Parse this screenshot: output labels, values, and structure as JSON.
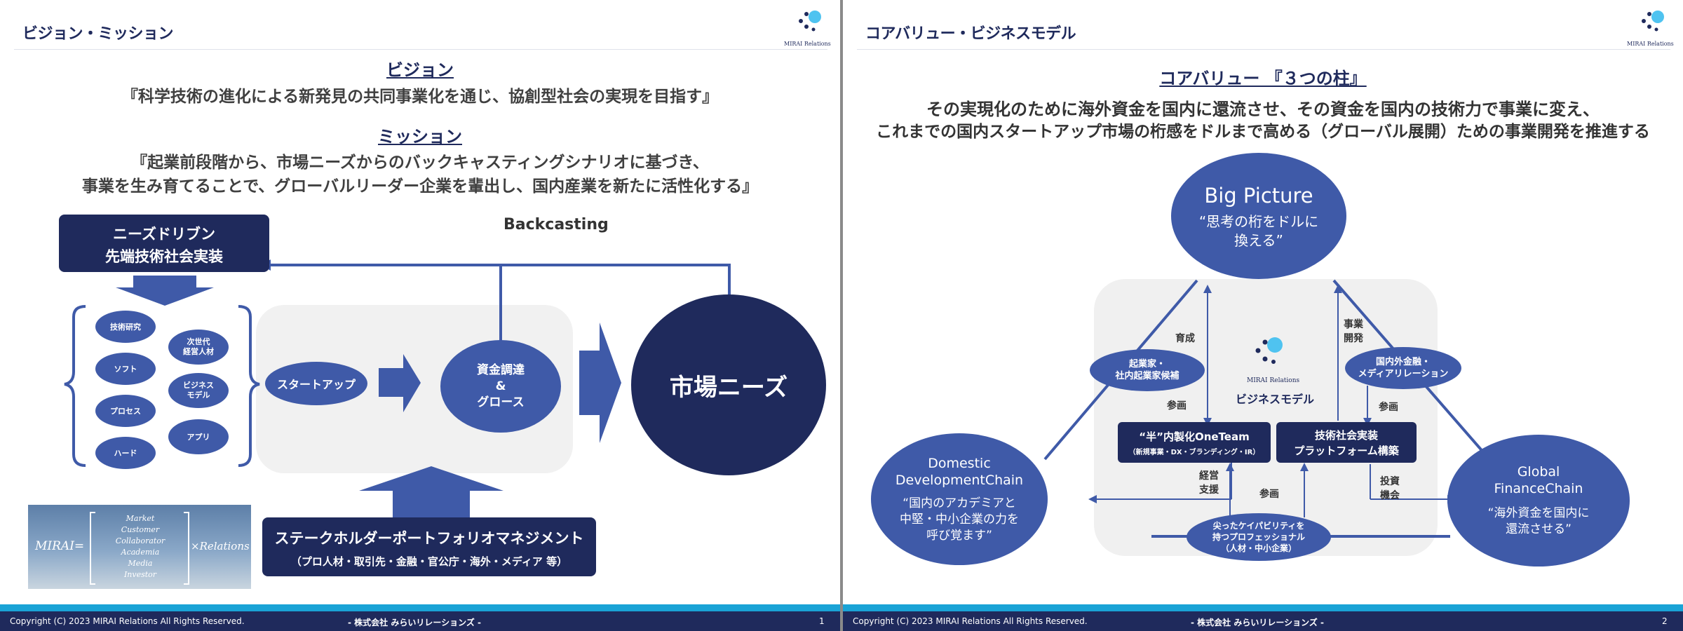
{
  "footer": {
    "copyright": "Copyright (C) 2023  MIRAI Relations All Rights Reserved.",
    "company": "- 株式会社 みらいリレーションズ -"
  },
  "logo": {
    "text": "MIRAI Relations"
  },
  "slide1": {
    "title": "ビジョン・ミッション",
    "page": "1",
    "vision_heading": "ビジョン",
    "vision_text": "『科学技術の進化による新発見の共同事業化を通じ、協創型社会の実現を目指す』",
    "mission_heading": "ミッション",
    "mission_line1": "『起業前段階から、市場ニーズからのバックキャスティングシナリオに基づき、",
    "mission_line2": "事業を生み育てることで、グローバルリーダー企業を輩出し、国内産業を新たに活性化する』",
    "needs_box": {
      "line1": "ニーズドリブン",
      "line2": "先端技術社会実装"
    },
    "backcasting": "Backcasting",
    "left_items": [
      "技術研究",
      "ソフト",
      "プロセス",
      "ハード"
    ],
    "right_items": [
      {
        "l1": "次世代",
        "l2": "経営人材"
      },
      {
        "l1": "ビジネス",
        "l2": "モデル"
      },
      {
        "l1": "アプリ",
        "l2": ""
      }
    ],
    "startup": "スタートアップ",
    "fund": {
      "l1": "資金調達",
      "l2": "&",
      "l3": "グロース"
    },
    "market": "市場ニーズ",
    "stakeholder": {
      "title": "ステークホルダーポートフォリオマネジメント",
      "sub": "（プロ人材・取引先・金融・官公庁・海外・メディア 等）"
    },
    "mirai_image": {
      "prefix": "MIRAI=",
      "words": [
        "Market",
        "Customer",
        "Collaborator",
        "Academia",
        "Media",
        "Investor"
      ],
      "suffix": "×Relations"
    }
  },
  "slide2": {
    "title": "コアバリュー・ビジネスモデル",
    "page": "2",
    "heading": "コアバリュー 『３つの柱』",
    "line1": "その実現化のために海外資金を国内に還流させ、その資金を国内の技術力で事業に変え、",
    "line2": "これまでの国内スタートアップ市場の桁感をドルまで高める（グローバル展開）ための事業開発を推進する",
    "big_picture": {
      "title": "Big Picture",
      "l1": "“思考の桁をドルに",
      "l2": "換える”"
    },
    "domestic": {
      "t1": "Domestic",
      "t2": "DevelopmentChain",
      "l1": "“国内のアカデミアと",
      "l2": "中堅・中小企業の力を",
      "l3": "呼び覚ます”"
    },
    "global": {
      "t1": "Global",
      "t2": "FinanceChain",
      "l1": "“海外資金を国内に",
      "l2": "還流させる”"
    },
    "center_label": "ビジネスモデル",
    "entrepreneurs": {
      "l1": "起業家・",
      "l2": "社内起業家候補"
    },
    "finance_media": {
      "l1": "国内外金融・",
      "l2": "メディアリレーション"
    },
    "professionals": {
      "l1": "尖ったケイパビリティを",
      "l2": "持つプロフェッショナル",
      "l3": "（人材・中小企業）"
    },
    "oneteam": {
      "title": "“半”内製化OneTeam",
      "sub": "（新規事業・DX・ブランディング・IR）"
    },
    "platform": {
      "l1": "技術社会実装",
      "l2": "プラットフォーム構築"
    },
    "labels": {
      "ikusei": "育成",
      "jigyo1": "事業",
      "jigyo2": "開発",
      "sankaku_left": "参画",
      "sankaku_right": "参画",
      "sankaku_bottom": "参画",
      "keiei1": "経営",
      "keiei2": "支援",
      "toshi1": "投資",
      "toshi2": "機会"
    }
  }
}
